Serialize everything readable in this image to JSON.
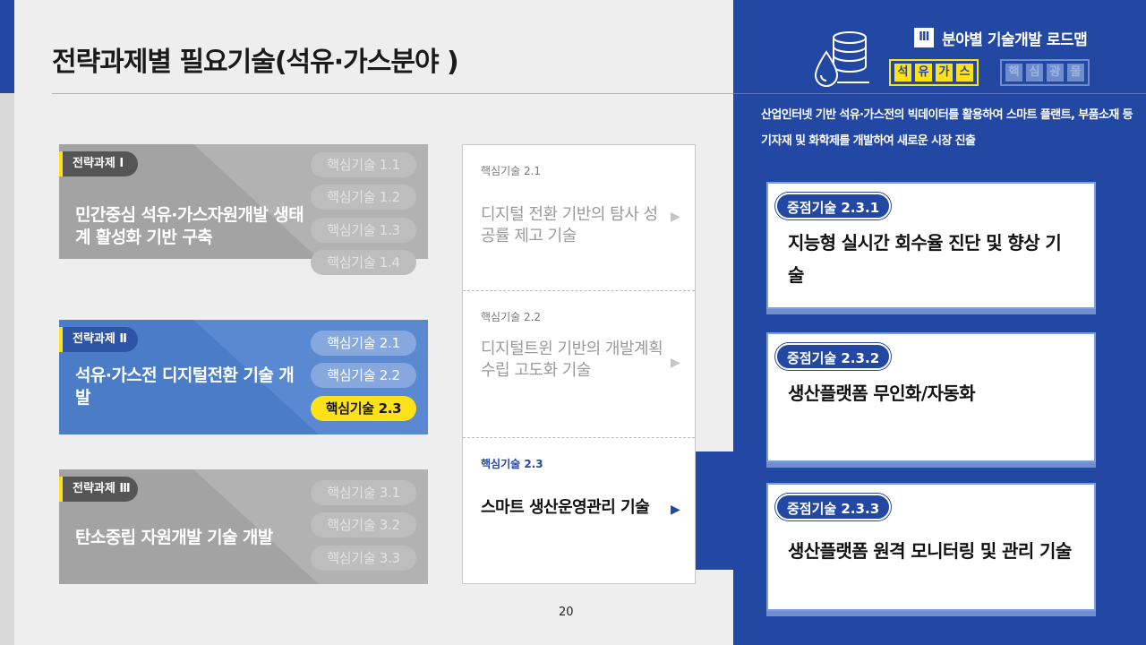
{
  "page": {
    "title": "전략과제별 필요기술(석유·가스분야 )",
    "page_number": "20"
  },
  "header_right": {
    "section_num": "Ⅲ",
    "section_title": "분야별 기술개발 로드맵",
    "tags_active": [
      "석",
      "유",
      "가",
      "스"
    ],
    "tags_inactive": [
      "핵",
      "심",
      "광",
      "물"
    ],
    "description": "산업인터넷 기반 석유·가스전의 빅데이터를 활용하여 스마트 플랜트, 부품소재 등 기자재 및 화학제를 개발하여 새로운 시장 진출"
  },
  "strategies": [
    {
      "label": "전략과제 Ⅰ",
      "title": "민간중심 석유·가스자원개발 생태계 활성화 기반 구축",
      "pills": [
        "핵심기술 1.1",
        "핵심기술 1.2",
        "핵심기술 1.3",
        "핵심기술 1.4"
      ]
    },
    {
      "label": "전략과제 Ⅱ",
      "title": "석유·가스전 디지털전환 기술 개발",
      "pills": [
        "핵심기술 2.1",
        "핵심기술 2.2",
        "핵심기술 2.3"
      ]
    },
    {
      "label": "전략과제 Ⅲ",
      "title": "탄소중립 자원개발 기술 개발",
      "pills": [
        "핵심기술 3.1",
        "핵심기술 3.2",
        "핵심기술 3.3"
      ]
    }
  ],
  "core_techs": [
    {
      "tag": "핵심기술 2.1",
      "text": "디지털 전환 기반의 탐사 성공률 제고 기술",
      "arrow": "▶"
    },
    {
      "tag": "핵심기술 2.2",
      "text": "디지털트윈 기반의 개발계획 수립 고도화 기술",
      "arrow": "▶"
    },
    {
      "tag": "핵심기술 2.3",
      "text": "스마트 생산운영관리 기술",
      "arrow": "▶"
    }
  ],
  "focus_techs": [
    {
      "tag": "중점기술 2.3.1",
      "text": "지능형 실시간 회수율 진단 및 향상 기술"
    },
    {
      "tag": "중점기술 2.3.2",
      "text": "생산플랫폼 무인화/자동화"
    },
    {
      "tag": "중점기술 2.3.3",
      "text": "생산플랫폼 원격 모니터링 및 관리 기술"
    }
  ],
  "colors": {
    "brand_blue": "#2348a3",
    "highlight_yellow": "#ffe11a",
    "strategy_gray": "#a3a3a3",
    "strategy_blue": "#4b7cc8"
  }
}
